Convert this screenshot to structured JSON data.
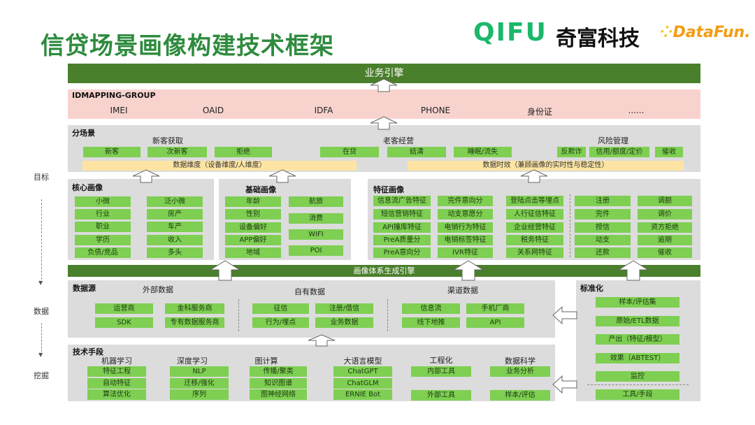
{
  "title": "信贷场景画像构建技术框架",
  "logo": {
    "qifu": "QIFU",
    "qifu_cn": "奇富科技",
    "datafun": "DataFun."
  },
  "top_bar": "业务引擎",
  "idmapping": {
    "title": "IDMAPPING-GROUP",
    "items": [
      "IMEI",
      "OAID",
      "IDFA",
      "PHONE",
      "身份证",
      "......"
    ]
  },
  "scenario": {
    "title": "分场景",
    "new": {
      "title": "新客获取",
      "items": [
        "新客",
        "次新客",
        "拒绝"
      ]
    },
    "old": {
      "title": "老客经营",
      "items": [
        "在贷",
        "结清",
        "睡眠/流失"
      ]
    },
    "risk": {
      "title": "风险管理",
      "items": [
        "反欺诈",
        "信用/额度/定价",
        "催收"
      ]
    },
    "dim_bar": "数据维度（设备维度/人维度）",
    "time_bar": "数据时效（兼顾画像的实时性与稳定性）"
  },
  "side_labels": {
    "goal": "目标",
    "data": "数据",
    "mining": "挖掘"
  },
  "core": {
    "title": "核心画像",
    "items": [
      "小微",
      "泛小微",
      "行业",
      "房产",
      "职业",
      "车产",
      "学历",
      "收入",
      "负债/竞品",
      "多头"
    ]
  },
  "basic": {
    "title": "基础画像",
    "items": [
      "年龄",
      "航旅",
      "性别",
      "消费",
      "设备偏好",
      "WIFI",
      "APP偏好",
      "POI",
      "地域"
    ]
  },
  "feature": {
    "title": "特征画像",
    "col1": [
      "信息流广告特征",
      "短信营销特征",
      "API撞库特征",
      "PreA质量分",
      "PreA意向分"
    ],
    "col2": [
      "完件意向分",
      "动支意愿分",
      "电销行为特征",
      "电销标签特征",
      "IVR特征"
    ],
    "col3": [
      "登陆点击等埋点",
      "人行征信特征",
      "企业经营特征",
      "税务特征",
      "关系网特征"
    ],
    "col4": [
      "注册",
      "完件",
      "授信",
      "动支",
      "还款"
    ],
    "col5": [
      "调额",
      "调价",
      "资方拒绝",
      "逾期",
      "催收"
    ]
  },
  "engine_bar": "画像体系生成引擎",
  "datasource": {
    "title": "数据源",
    "external": {
      "title": "外部数据",
      "items": [
        "运营商",
        "金科服务商",
        "SDK",
        "专有数据服务商"
      ]
    },
    "own": {
      "title": "自有数据",
      "items": [
        "征信",
        "注册/借信",
        "行为/埋点",
        "业务数据"
      ]
    },
    "channel": {
      "title": "渠道数据",
      "items": [
        "信息流",
        "手机厂商",
        "线下地推",
        "API"
      ]
    }
  },
  "standard": {
    "title": "标准化",
    "items": [
      "样本/评估集",
      "原始/ETL数据",
      "产出（特征/模型）",
      "效果（ABTEST）",
      "监控",
      "工具/手段"
    ]
  },
  "tech": {
    "title": "技术手段",
    "ml": {
      "title": "机器学习",
      "items": [
        "特征工程",
        "自动特征",
        "算法优化"
      ]
    },
    "dl": {
      "title": "深度学习",
      "items": [
        "NLP",
        "迁移/强化",
        "序列"
      ]
    },
    "graph": {
      "title": "图计算",
      "items": [
        "传播/聚类",
        "知识图谱",
        "图神经网络"
      ]
    },
    "llm": {
      "title": "大语言模型",
      "items": [
        "ChatGPT",
        "ChatGLM",
        "ERNIE Bot"
      ]
    },
    "eng": {
      "title": "工程化",
      "items": [
        "内部工具",
        "外部工具"
      ]
    },
    "ds": {
      "title": "数据科学",
      "items": [
        "业务分析",
        "样本/评估"
      ]
    }
  }
}
